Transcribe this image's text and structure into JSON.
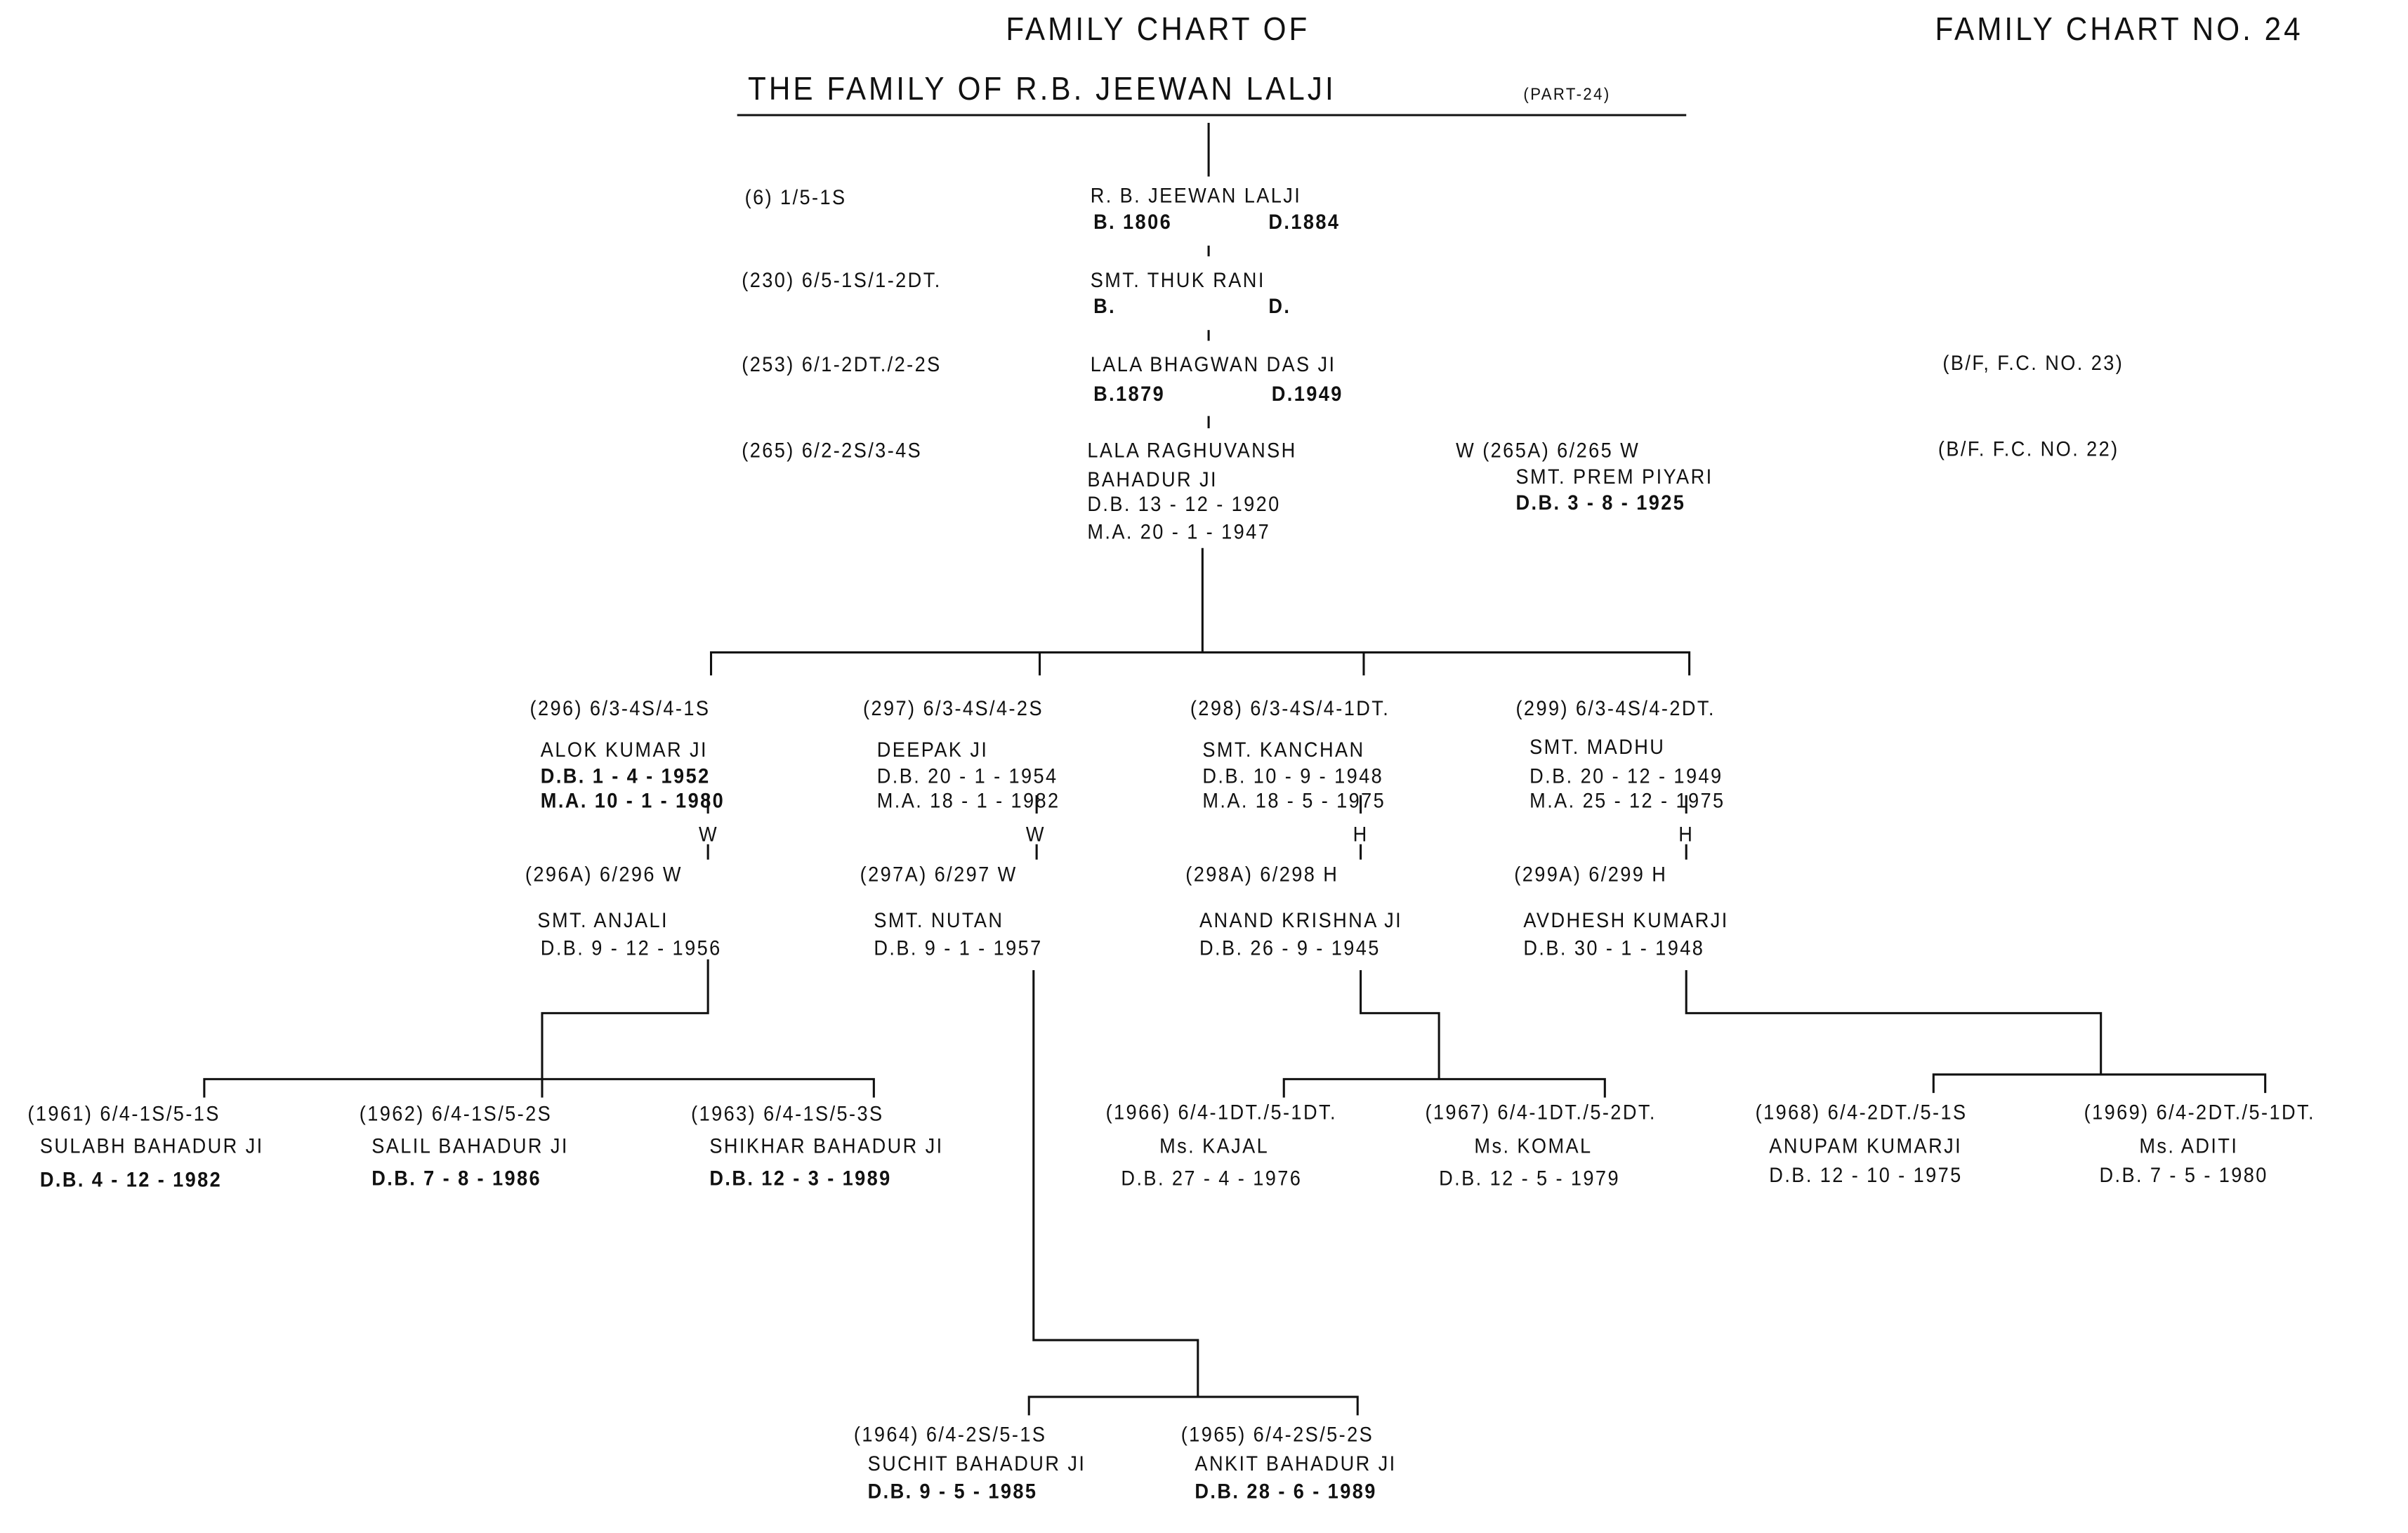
{
  "header": {
    "title_line1": "FAMILY CHART OF",
    "title_line2": "THE FAMILY OF R.B. JEEWAN LALJI",
    "part": "(PART-24)",
    "chart_no": "FAMILY CHART NO. 24"
  },
  "ancestors": [
    {
      "code": "(6)  1/5-1S",
      "name": "R. B. JEEWAN LALJI",
      "b": "B. 1806",
      "d": "D.1884"
    },
    {
      "code": "(230) 6/5-1S/1-2DT.",
      "name": "SMT. THUK RANI",
      "b": "B.",
      "d": "D."
    },
    {
      "code": "(253) 6/1-2DT./2-2S",
      "name": "LALA BHAGWAN DAS JI",
      "b": "B.1879",
      "d": "D.1949",
      "ref": "(B/F, F.C. NO. 23)"
    },
    {
      "code": "(265) 6/2-2S/3-4S",
      "name": "LALA RAGHUVANSH",
      "name2": "BAHADUR JI",
      "db": "D.B. 13 - 12 - 1920",
      "ma": "M.A. 20 - 1 - 1947",
      "ref": "(B/F. F.C. NO. 22)",
      "spouse": {
        "code": "W  (265A)  6/265 W",
        "name": "SMT. PREM PIYARI",
        "db": "D.B.  3 - 8 - 1925"
      }
    }
  ],
  "children": [
    {
      "code": "(296) 6/3-4S/4-1S",
      "name": "ALOK KUMAR JI",
      "db": "D.B.  1 - 4 - 1952",
      "ma": "M.A. 10 - 1 - 1980",
      "link": "W",
      "spouse": {
        "code": "(296A)  6/296 W",
        "name": "SMT. ANJALI",
        "db": "D.B.  9 - 12 - 1956"
      }
    },
    {
      "code": "(297) 6/3-4S/4-2S",
      "name": "DEEPAK JI",
      "db": "D.B. 20 - 1 - 1954",
      "ma": "M.A. 18 - 1 - 1982",
      "link": "W",
      "spouse": {
        "code": "(297A)  6/297 W",
        "name": "SMT. NUTAN",
        "db": "D.B.  9 - 1 - 1957"
      }
    },
    {
      "code": "(298) 6/3-4S/4-1DT.",
      "name": "SMT. KANCHAN",
      "db": "D.B. 10 - 9 - 1948",
      "ma": "M.A. 18 - 5 - 1975",
      "link": "H",
      "spouse": {
        "code": "(298A)  6/298 H",
        "name": "ANAND KRISHNA JI",
        "db": "D.B. 26 - 9 - 1945"
      }
    },
    {
      "code": "(299) 6/3-4S/4-2DT.",
      "name": "SMT. MADHU",
      "db": "D.B. 20 - 12 - 1949",
      "ma": "M.A. 25 - 12 - 1975",
      "link": "H",
      "spouse": {
        "code": "(299A)  6/299 H",
        "name": "AVDHESH KUMARJI",
        "db": "D.B. 30 - 1 - 1948"
      }
    }
  ],
  "grandchildren": [
    {
      "code": "(1961) 6/4-1S/5-1S",
      "name": "SULABH BAHADUR JI",
      "db": "D.B. 4 - 12 - 1982"
    },
    {
      "code": "(1962) 6/4-1S/5-2S",
      "name": "SALIL BAHADUR JI",
      "db": "D.B. 7 - 8 - 1986"
    },
    {
      "code": "(1963) 6/4-1S/5-3S",
      "name": "SHIKHAR BAHADUR JI",
      "db": "D.B. 12 - 3 - 1989"
    },
    {
      "code": "(1964) 6/4-2S/5-1S",
      "name": "SUCHIT BAHADUR JI",
      "db": "D.B.  9 - 5 - 1985"
    },
    {
      "code": "(1965) 6/4-2S/5-2S",
      "name": "ANKIT BAHADUR JI",
      "db": "D.B. 28 - 6 - 1989"
    },
    {
      "code": "(1966) 6/4-1DT./5-1DT.",
      "name": "Ms. KAJAL",
      "db": "D.B. 27 - 4 - 1976"
    },
    {
      "code": "(1967) 6/4-1DT./5-2DT.",
      "name": "Ms. KOMAL",
      "db": "D.B. 12 - 5 - 1979"
    },
    {
      "code": "(1968) 6/4-2DT./5-1S",
      "name": "ANUPAM KUMARJI",
      "db": "D.B. 12 - 10 - 1975"
    },
    {
      "code": "(1969) 6/4-2DT./5-1DT.",
      "name": "Ms. ADITI",
      "db": "D.B. 7 - 5 - 1980"
    }
  ]
}
